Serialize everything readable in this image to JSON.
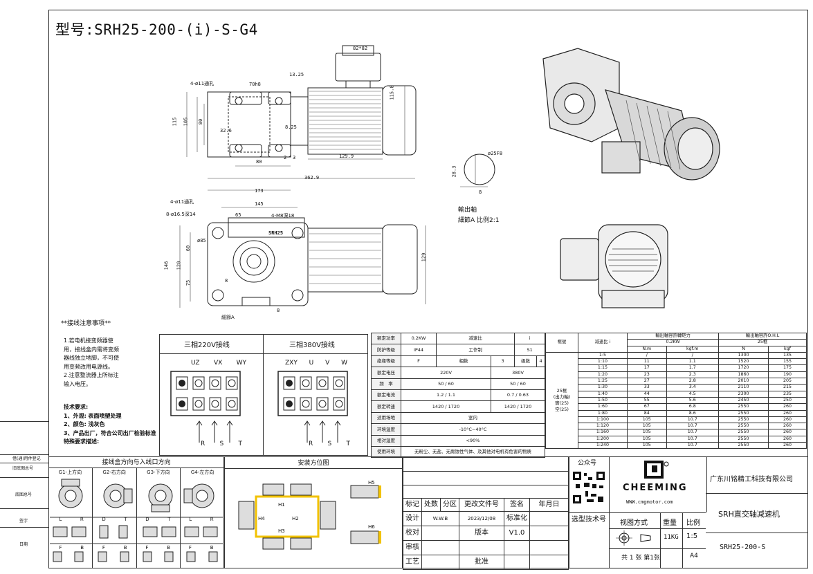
{
  "title": "型号:SRH25-200-(i)-S-G4",
  "dims": {
    "d_8282": "82*82",
    "d_1325": "13.25",
    "d_70h8": "70h8",
    "d_4phi11": "4-ø11通孔",
    "d_1158": "115.8",
    "d_115": "115",
    "d_105": "105",
    "d_80v": "80",
    "d_326": "32.6",
    "d_825": "8.25",
    "d_80h": "80",
    "d_2": "2",
    "d_3": "3",
    "d_1299": "129.9",
    "d_3629": "362.9",
    "d_173": "173",
    "d_4phi11b": "4-ø11通孔",
    "d_145": "145",
    "d_8phi165": "8-ø16.5深14",
    "d_65": "65",
    "d_4m8": "4-M8深18",
    "d_phi85": "ø85",
    "d_60": "60",
    "d_146": "146",
    "d_120": "120",
    "d_75": "75",
    "d_8a": "8",
    "d_8b": "8",
    "d_129": "129",
    "detailA": "細節A",
    "brand_plate": "SRH25",
    "shaft_phi": "ø25F8",
    "shaft_283": "28.3",
    "shaft_8": "8",
    "shaft_title": "輸出軸",
    "shaft_sub": "細節A 比例2:1"
  },
  "notes": {
    "heading": "**接线注意事项**",
    "lines": [
      "1.若电机接变频器使",
      "用，接线盒内需将变频",
      "器线独立地脚，不可使",
      "用变频改用电源线。",
      "2.注意整流器上所标注",
      "输入电压。"
    ],
    "tech_heading": "技术要求:",
    "tech": [
      "1、外观: 表面喷塑处理",
      "2、颜色: 浅灰色",
      "3、产品出厂，符合公司出厂检验标准",
      "特殊要求描述:"
    ]
  },
  "wiring": {
    "h220": "三相220V接线",
    "h380": "三相380V接线",
    "t220": [
      "UZ",
      "VX",
      "WY"
    ],
    "t380": [
      "ZXY",
      "U",
      "V",
      "W"
    ],
    "rst": [
      "R",
      "S",
      "T"
    ]
  },
  "spec": {
    "rows": [
      [
        "额定功率",
        "0.2KW",
        "减速比",
        "i"
      ],
      [
        "防护等级",
        "IP44",
        "工作制",
        "S1"
      ],
      [
        "绝缘等级",
        "F",
        "相数",
        "3",
        "级数",
        "4"
      ],
      [
        "额定电压",
        "220V",
        "380V"
      ],
      [
        "频　率",
        "50 / 60",
        "50 / 60"
      ],
      [
        "额定电流",
        "1.2 / 1.1",
        "0.7 / 0.63"
      ],
      [
        "额定转速",
        "1420 / 1720",
        "1420 / 1720"
      ],
      [
        "适用场地",
        "室内"
      ],
      [
        "环境温度",
        "-10°C~40°C"
      ],
      [
        "相对湿度",
        "<90%"
      ],
      [
        "使用环境",
        "无粉尘、无盐、无腐蚀性气体、及其他对电机有危害的物质"
      ]
    ]
  },
  "torque": {
    "h_model": "框號",
    "h_ratio": "减速比 i",
    "h_torque": "輸出軸容許轉矩力",
    "h_ohl": "輸出軸容許O.H.L",
    "h_kw": "0.2KW",
    "h_frame": "25框",
    "units": [
      "N.m",
      "kgf.m",
      "N",
      "kgf"
    ],
    "model_text": [
      "25框",
      "(出力軸)",
      "實(25)",
      "空(25)"
    ],
    "rows": [
      [
        "1:5",
        "/",
        "/",
        "1300",
        "135"
      ],
      [
        "1:10",
        "11",
        "1.1",
        "1520",
        "155"
      ],
      [
        "1:15",
        "17",
        "1.7",
        "1720",
        "175"
      ],
      [
        "1:20",
        "23",
        "2.3",
        "1860",
        "190"
      ],
      [
        "1:25",
        "27",
        "2.8",
        "2010",
        "205"
      ],
      [
        "1:30",
        "33",
        "3.4",
        "2110",
        "215"
      ],
      [
        "1:40",
        "44",
        "4.5",
        "2300",
        "235"
      ],
      [
        "1:50",
        "55",
        "5.6",
        "2450",
        "250"
      ],
      [
        "1:60",
        "67",
        "6.8",
        "2550",
        "260"
      ],
      [
        "1:80",
        "84",
        "8.6",
        "2550",
        "260"
      ],
      [
        "1:100",
        "105",
        "10.7",
        "2550",
        "260"
      ],
      [
        "1:120",
        "105",
        "10.7",
        "2550",
        "260"
      ],
      [
        "1:160",
        "105",
        "10.7",
        "2550",
        "260"
      ],
      [
        "1:200",
        "105",
        "10.7",
        "2550",
        "260"
      ],
      [
        "1:240",
        "105",
        "10.7",
        "2550",
        "260"
      ]
    ]
  },
  "side_labels": [
    "借(通)用件登记",
    "旧底图总号",
    "底图总号",
    "签字",
    "日期"
  ],
  "junction": {
    "title": "接线盒方向与入线口方向",
    "cols": [
      "G1-上方向",
      "G2-右方向",
      "G3-下方向",
      "G4-左方向"
    ],
    "lr": [
      [
        "L",
        "R"
      ],
      [
        "D",
        "T"
      ],
      [
        "D",
        "T"
      ],
      [
        "L",
        "R"
      ]
    ],
    "fb": [
      "F",
      "B"
    ]
  },
  "mount": {
    "title": "安装方位图",
    "labels": [
      "H1",
      "H2",
      "H3",
      "H4",
      "H5",
      "H6"
    ]
  },
  "titleblock": {
    "public": "公众号",
    "brand": "CHEEMING",
    "site": "WWW.cmgmotor.com",
    "company": "广东川铭精工科技有限公司",
    "product": "SRH直交轴减速机",
    "code": "SRH25-200-S",
    "row1": [
      "标记",
      "处数",
      "分区",
      "更改文件号",
      "签名",
      "年月日"
    ],
    "design": "设计",
    "designer": "W.W.B",
    "date": "2023/12/08",
    "standard": "标准化",
    "check": "校对",
    "version_label": "版本",
    "version": "V1.0",
    "review": "审核",
    "process": "工艺",
    "approve": "批准",
    "model_no": "选型技术号",
    "view": "视图方式",
    "weight_l": "重量",
    "scale_l": "比例",
    "weight": "11KG",
    "scale": "1:5",
    "sheets": "共 1 张 第1张",
    "size": "A4"
  }
}
